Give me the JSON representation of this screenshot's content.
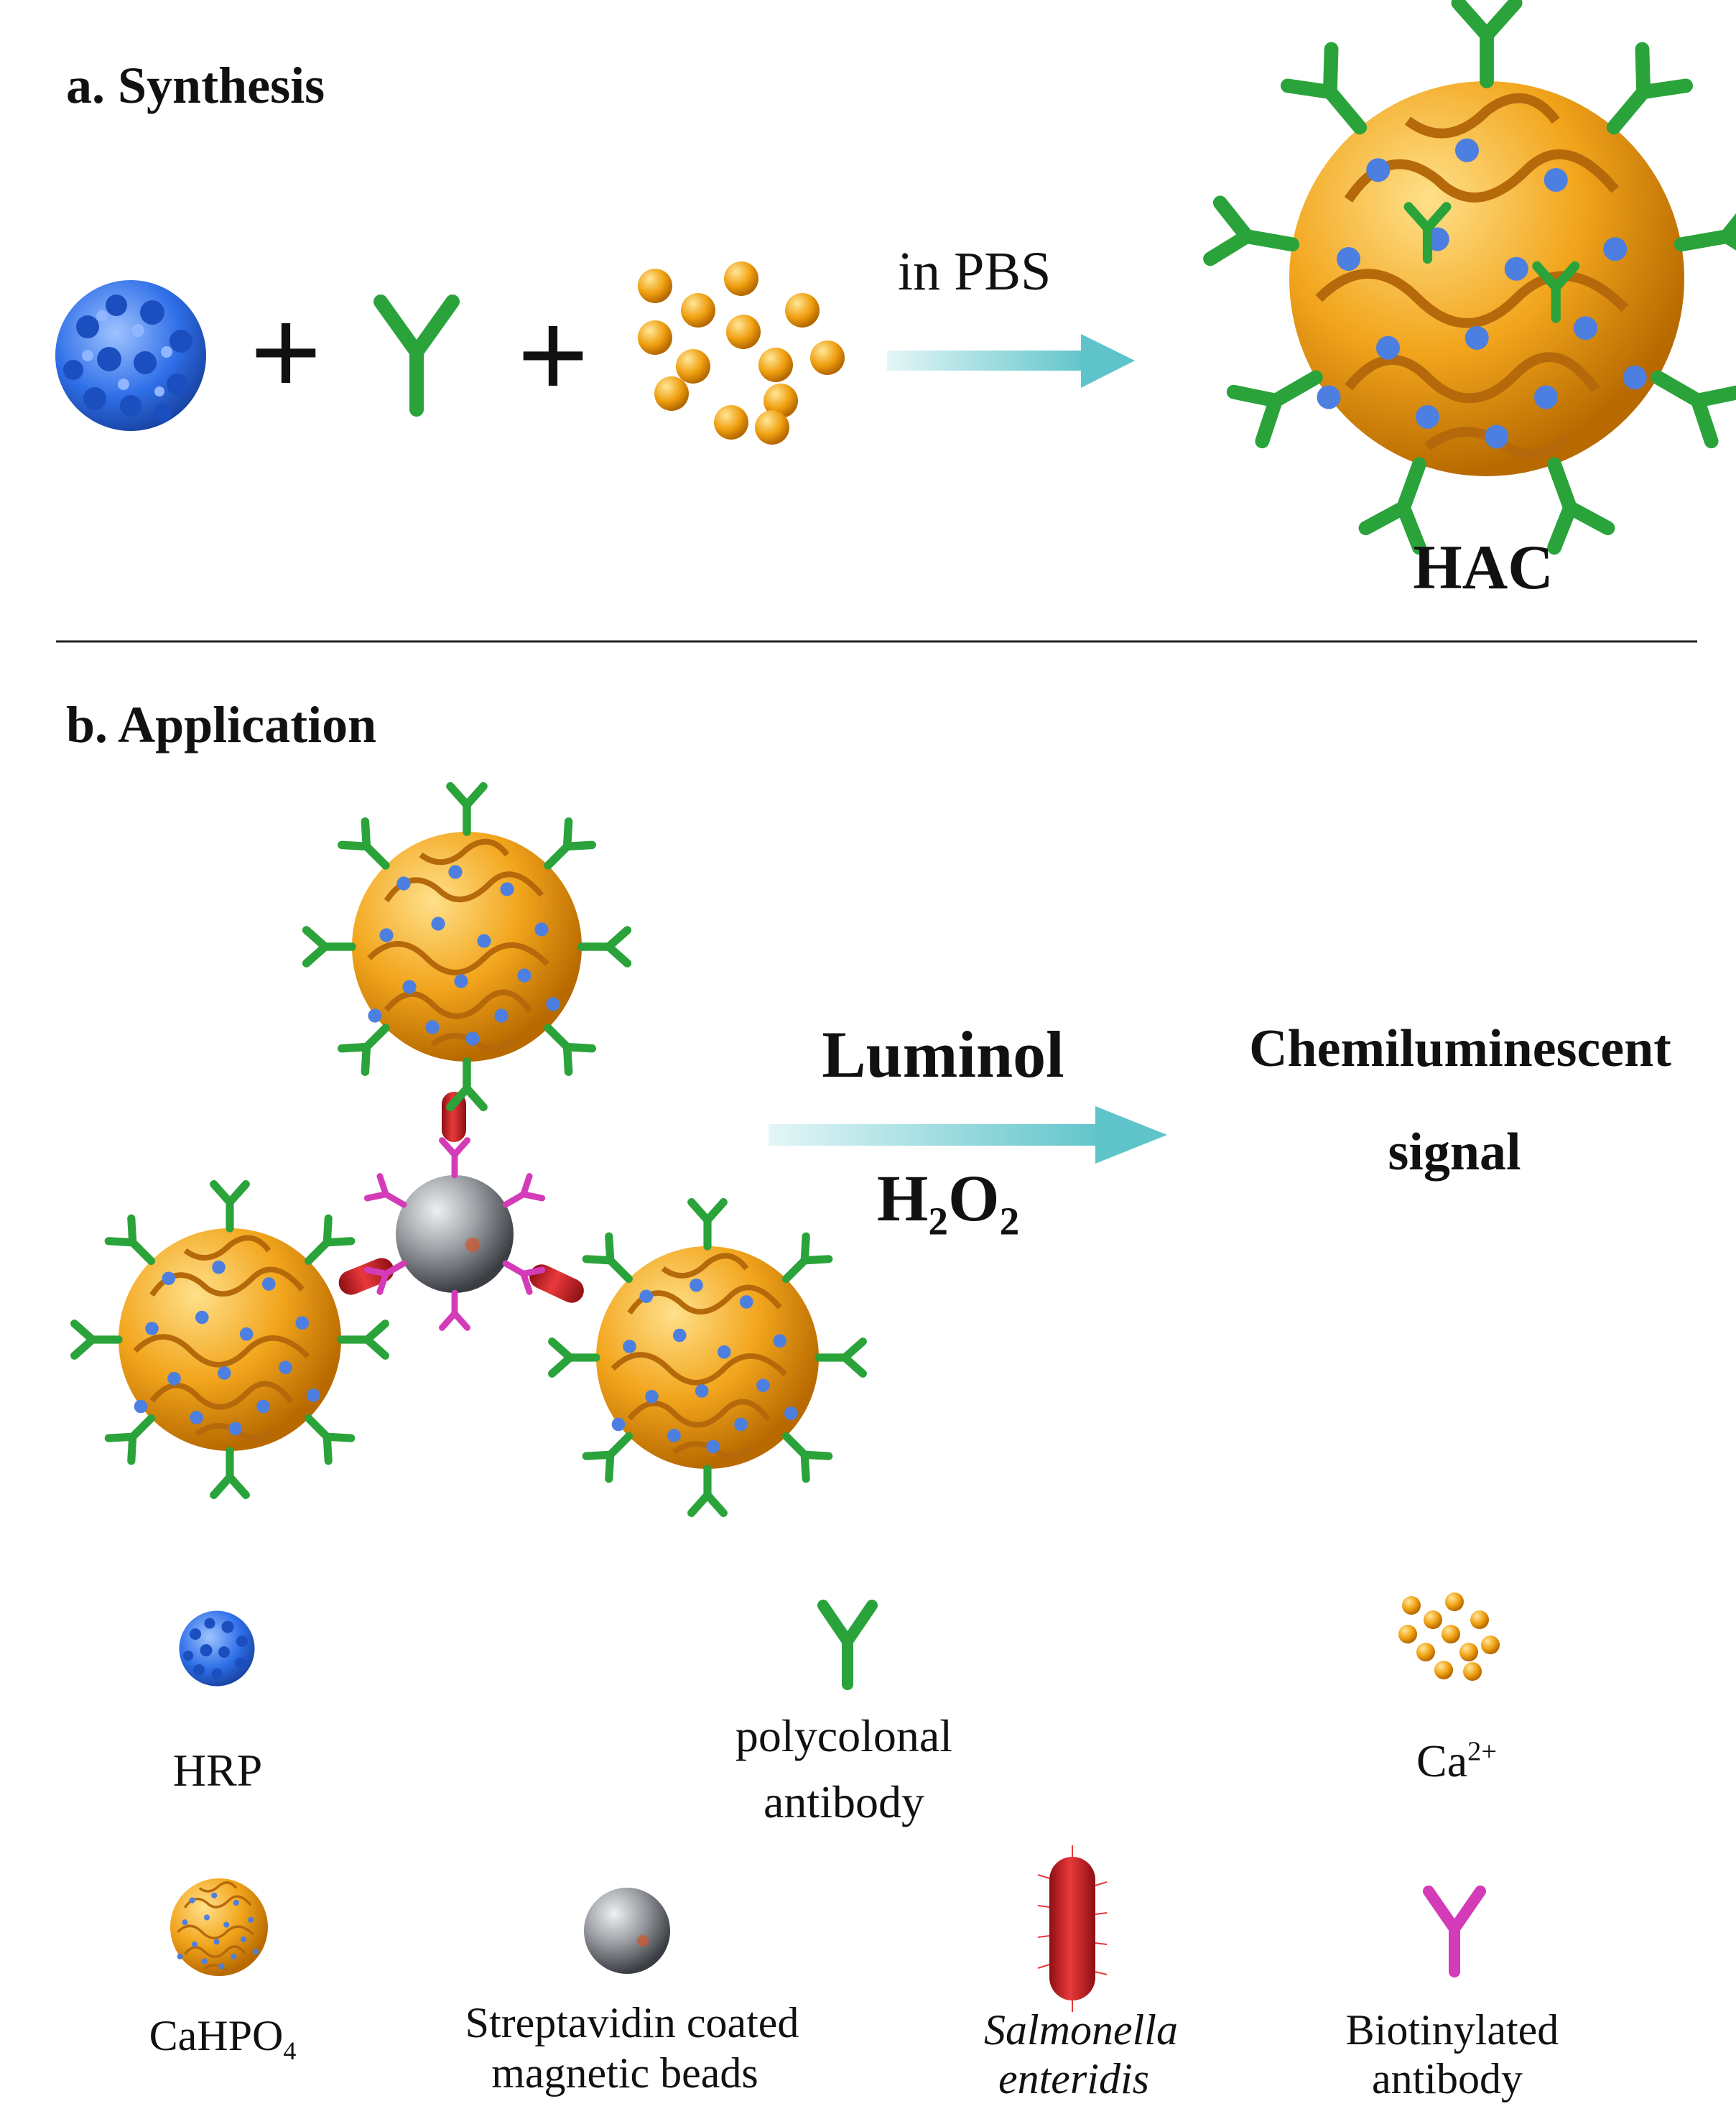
{
  "synthesis": {
    "heading": "a. Synthesis",
    "plus_1": "+",
    "plus_2": "+",
    "arrow_label": "in PBS",
    "product_label": "HAC"
  },
  "application": {
    "heading": "b. Application",
    "reagent_1": "Luminol",
    "reagent_2_main": "H",
    "reagent_2_sub1": "2",
    "reagent_2_mid": "O",
    "reagent_2_sub2": "2",
    "result_line_1": "Chemiluminescent",
    "result_line_2": "signal"
  },
  "legend": {
    "hrp": "HRP",
    "antibody_line_1": "polycolonal",
    "antibody_line_2": "antibody",
    "ca_main": "Ca",
    "ca_sup": "2+",
    "cahpo4_main": "CaHPO",
    "cahpo4_sub": "4",
    "beads_line_1": "Streptavidin coated",
    "beads_line_2": "magnetic beads",
    "salmonella_line_1": "Salmonella",
    "salmonella_line_2": "enteridis",
    "biotin_line_1": "Biotinylated",
    "biotin_line_2": "antibody"
  },
  "colors": {
    "hrp_blue": "#2f6fe8",
    "antibody_green": "#2aa33a",
    "calcium_orange": "#f0a010",
    "flower_orange": "#f2a51c",
    "arrow_cyan": "#7fd3d8",
    "bead_gray": "#9a9ea3",
    "bacteria_red": "#d8262a",
    "biotin_magenta": "#d43bb8"
  }
}
